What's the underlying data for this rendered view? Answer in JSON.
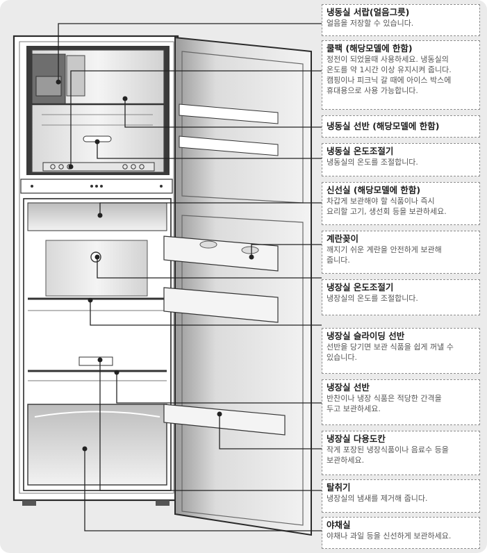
{
  "labels": [
    {
      "id": "freezer-drawer",
      "title": "냉동실 서랍(얼음그릇)",
      "desc": "얼음을 저장할 수 있습니다."
    },
    {
      "id": "cool-pack",
      "title": "쿨팩 (해당모델에 한함)",
      "desc": "정전이 되었을때 사용하세요. 냉동실의\n온도를 약 1시간 이상 유지시켜 줍니다.\n캠핑이나 피크닉 갈 때에 아이스 박스에\n휴대용으로 사용 가능합니다."
    },
    {
      "id": "freezer-shelf",
      "title": "냉동실 선반 (해당모델에 한함)",
      "desc": ""
    },
    {
      "id": "freezer-temp-control",
      "title": "냉동실 온도조절기",
      "desc": "냉동실의 온도를 조절합니다."
    },
    {
      "id": "fresh-room",
      "title": "신선실 (해당모델에 한함)",
      "desc": "차갑게 보관해야 할 식품이나 즉시\n요리할 고기, 생선회 등을 보관하세요."
    },
    {
      "id": "egg-tray",
      "title": "계란꽂이",
      "desc": "깨지기 쉬운 계란을 안전하게 보관해\n줍니다."
    },
    {
      "id": "fridge-temp-control",
      "title": "냉장실 온도조절기",
      "desc": "냉장실의 온도를 조절합니다."
    },
    {
      "id": "fridge-sliding-shelf",
      "title": "냉장실 슬라이딩 선반",
      "desc": "선반을 당기면 보관 식품을 쉽게 꺼낼 수\n있습니다."
    },
    {
      "id": "fridge-shelf",
      "title": "냉장실 선반",
      "desc": "반찬이나 냉장 식품은 적당한 간격을\n두고 보관하세요."
    },
    {
      "id": "fridge-door-bin",
      "title": "냉장실 다용도칸",
      "desc": "작게 포장된 냉장식품이나 음료수 등을\n보관하세요."
    },
    {
      "id": "deodorizer",
      "title": "탈취기",
      "desc": "냉장실의 냄새를 제거해 줍니다."
    },
    {
      "id": "vegetable-drawer",
      "title": "야채실",
      "desc": "야채나 과일 등을 신선하게 보관하세요."
    }
  ]
}
